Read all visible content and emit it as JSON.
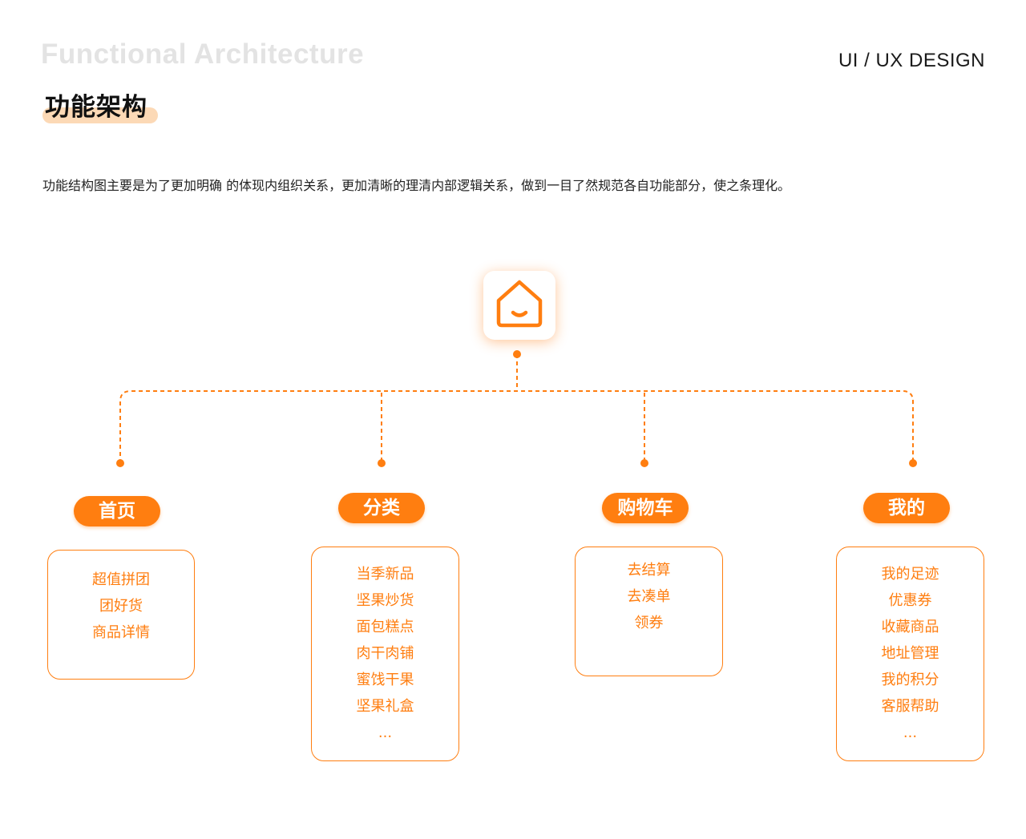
{
  "header": {
    "title_en": "Functional Architecture",
    "title_cn": "功能架构",
    "brand": "UI / UX DESIGN",
    "description": "功能结构图主要是为了更加明确 的体现内组织关系，更加清晰的理清内部逻辑关系，做到一目了然规范各自功能部分，使之条理化。"
  },
  "colors": {
    "accent": "#ff7e10",
    "highlight": "#fcd9b6",
    "title_gray": "#e3e3e3",
    "text": "#222222"
  },
  "root": {
    "icon": "home-smile-icon"
  },
  "branches": [
    {
      "label": "首页",
      "items": [
        "超值拼团",
        "团好货",
        "商品详情"
      ]
    },
    {
      "label": "分类",
      "items": [
        "当季新品",
        "坚果炒货",
        "面包糕点",
        "肉干肉铺",
        "蜜饯干果",
        "坚果礼盒",
        "..."
      ]
    },
    {
      "label": "购物车",
      "items": [
        "去结算",
        "去凑单",
        "领券"
      ]
    },
    {
      "label": "我的",
      "items": [
        "我的足迹",
        "优惠券",
        "收藏商品",
        "地址管理",
        "我的积分",
        "客服帮助",
        "..."
      ]
    }
  ]
}
